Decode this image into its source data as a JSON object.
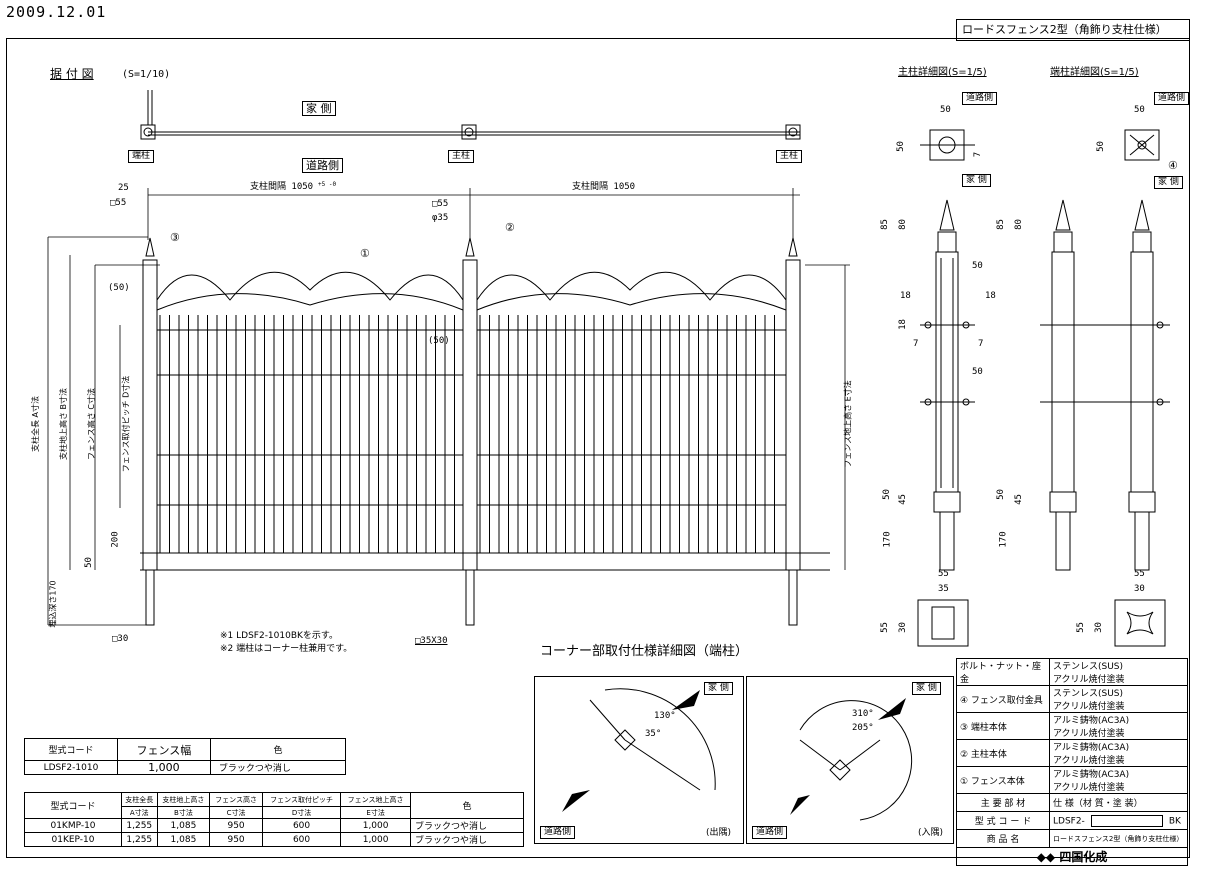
{
  "header": {
    "date": "2009.12.01",
    "title": "ロードスフェンス2型（角飾り支柱仕様）"
  },
  "front_view": {
    "title": "据 付 図",
    "scale": "(S=1/10)",
    "house_side": "家 側",
    "road_side": "道路側",
    "post_tags": [
      "端柱",
      "主柱",
      "主柱"
    ],
    "dim_top_left": "25",
    "dim_square_post": "□55",
    "dim_square_post2": "□55",
    "dim_round": "φ35",
    "dim_span1": "支柱間隔 1050",
    "dim_span2": "支柱間隔 1050",
    "dim_tol": "+5 -0",
    "dim_50a": "(50)",
    "dim_50b": "(50)",
    "dim_200": "200",
    "dim_50c": "50",
    "dim_170": "埋込深さ170",
    "dim_base_left": "□30",
    "dim_base_mid": "□35X30",
    "vlabel_a": "支柱全長 A寸法",
    "vlabel_b": "支柱地上高さ B寸法",
    "vlabel_c": "フェンス高さ C寸法",
    "vlabel_d": "フェンス取付ピッチ D寸法",
    "vlabel_e": "フェンス地上高さ E寸法",
    "callouts": [
      "①",
      "②",
      "③"
    ],
    "note1": "※1 LDSF2-1010BKを示す。",
    "note2": "※2 端柱はコーナー柱兼用です。"
  },
  "main_post_detail": {
    "title": "主柱詳細図(S=1/5)",
    "road_tag": "道路側",
    "house_tag": "家 側",
    "dims": [
      "50",
      "50",
      "7",
      "85",
      "80",
      "50",
      "18",
      "18",
      "18",
      "7",
      "7",
      "50",
      "50",
      "45",
      "170",
      "55",
      "35",
      "55",
      "30"
    ]
  },
  "end_post_detail": {
    "title": "端柱詳細図(S=1/5)",
    "road_tag": "道路側",
    "house_tag": "家 側",
    "callout": "④",
    "dims": [
      "50",
      "50",
      "85",
      "80",
      "50",
      "45",
      "170",
      "55",
      "30",
      "55",
      "30"
    ]
  },
  "corner_detail": {
    "title": "コーナー部取付仕様詳細図（端柱）",
    "left": {
      "house": "家 側",
      "road": "道路側",
      "angle1": "130°",
      "angle2": "35°",
      "note": "(出隅)"
    },
    "right": {
      "house": "家 側",
      "road": "道路側",
      "angle1": "310°",
      "angle2": "205°",
      "note": "(入隅)"
    }
  },
  "spec_table": {
    "rows": [
      {
        "label": "ボルト・ナット・座金",
        "value1": "ステンレス(SUS)",
        "value2": "アクリル焼付塗装"
      },
      {
        "label": "④ フェンス取付金具",
        "value1": "ステンレス(SUS)",
        "value2": "アクリル焼付塗装"
      },
      {
        "label": "③ 端柱本体",
        "value1": "アルミ鋳物(AC3A)",
        "value2": "アクリル焼付塗装"
      },
      {
        "label": "② 主柱本体",
        "value1": "アルミ鋳物(AC3A)",
        "value2": "アクリル焼付塗装"
      },
      {
        "label": "① フェンス本体",
        "value1": "アルミ鋳物(AC3A)",
        "value2": "アクリル焼付塗装"
      }
    ],
    "main_parts_label": "主 要 部 材",
    "main_parts_value": "仕 様（材 質・塗 装）",
    "model_label": "型 式 コ ー ド",
    "model_prefix": "LDSF2-",
    "model_suffix": "BK",
    "product_label": "商 品 名",
    "product_value": "ロードスフェンス2型（角飾り支柱仕様）",
    "brand": "四国化成"
  },
  "code_table_small": {
    "headers": [
      "型式コード",
      "フェンス幅",
      "色"
    ],
    "row": [
      "LDSF2-1010",
      "1,000",
      "ブラックつや消し"
    ]
  },
  "code_table_large": {
    "headers": [
      "型式コード",
      "支柱全長",
      "支柱地上高さ",
      "フェンス高さ",
      "フェンス取付ピッチ",
      "フェンス地上高さ",
      "色"
    ],
    "subheaders": [
      "",
      "A寸法",
      "B寸法",
      "C寸法",
      "D寸法",
      "E寸法",
      ""
    ],
    "rows": [
      [
        "01KMP-10",
        "1,255",
        "1,085",
        "950",
        "600",
        "1,000",
        "ブラックつや消し"
      ],
      [
        "01KEP-10",
        "1,255",
        "1,085",
        "950",
        "600",
        "1,000",
        "ブラックつや消し"
      ]
    ]
  },
  "colors": {
    "line": "#000000",
    "paper": "#ffffff"
  }
}
